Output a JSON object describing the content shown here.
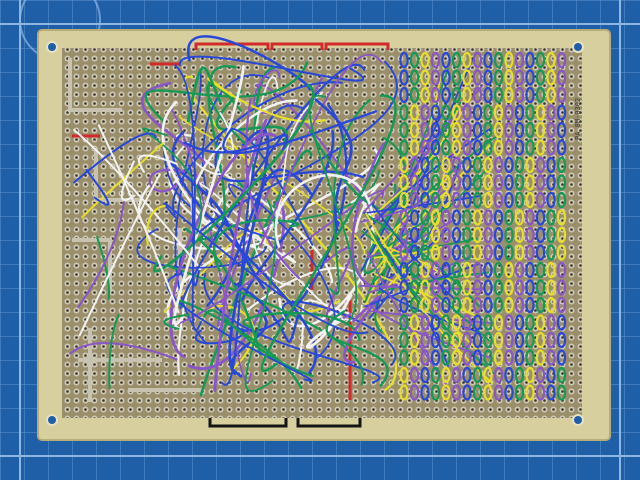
{
  "image": {
    "kind": "photograph",
    "subject_icon": "circuit-board-photo",
    "colors": {
      "mat": "#1f5fa8",
      "mat_line": "#5f94cf",
      "mat_line_bold": "#8db6e2",
      "board": "#d8cf9e",
      "board_edge": "#b8ac78",
      "solder_area": "#9a8f6a",
      "pad": "#cfcab8",
      "hole": "#3c3426",
      "wire_blue": "#2a48d8",
      "wire_green": "#159a55",
      "wire_yellow": "#e6de2a",
      "wire_purple": "#8a55c8",
      "wire_white": "#f2f2f2",
      "wire_red": "#d22a2a",
      "wire_black": "#151515"
    }
  },
  "board": {
    "label": "PA 8M-0302"
  }
}
